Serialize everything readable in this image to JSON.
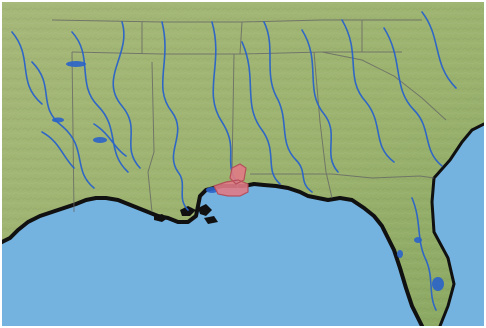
{
  "map": {
    "colors": {
      "ocean": "#74b2e0",
      "land": "#9cb36f",
      "land_shade": "#8aa862",
      "rivers": "#2a63c9",
      "borders": "#666666",
      "coast": "#111111",
      "highlight": "#e07b86"
    },
    "features": {
      "state_borders": "visible",
      "rivers": "visible",
      "coastline_outline": "visible",
      "highlighted_region": "visible"
    }
  }
}
